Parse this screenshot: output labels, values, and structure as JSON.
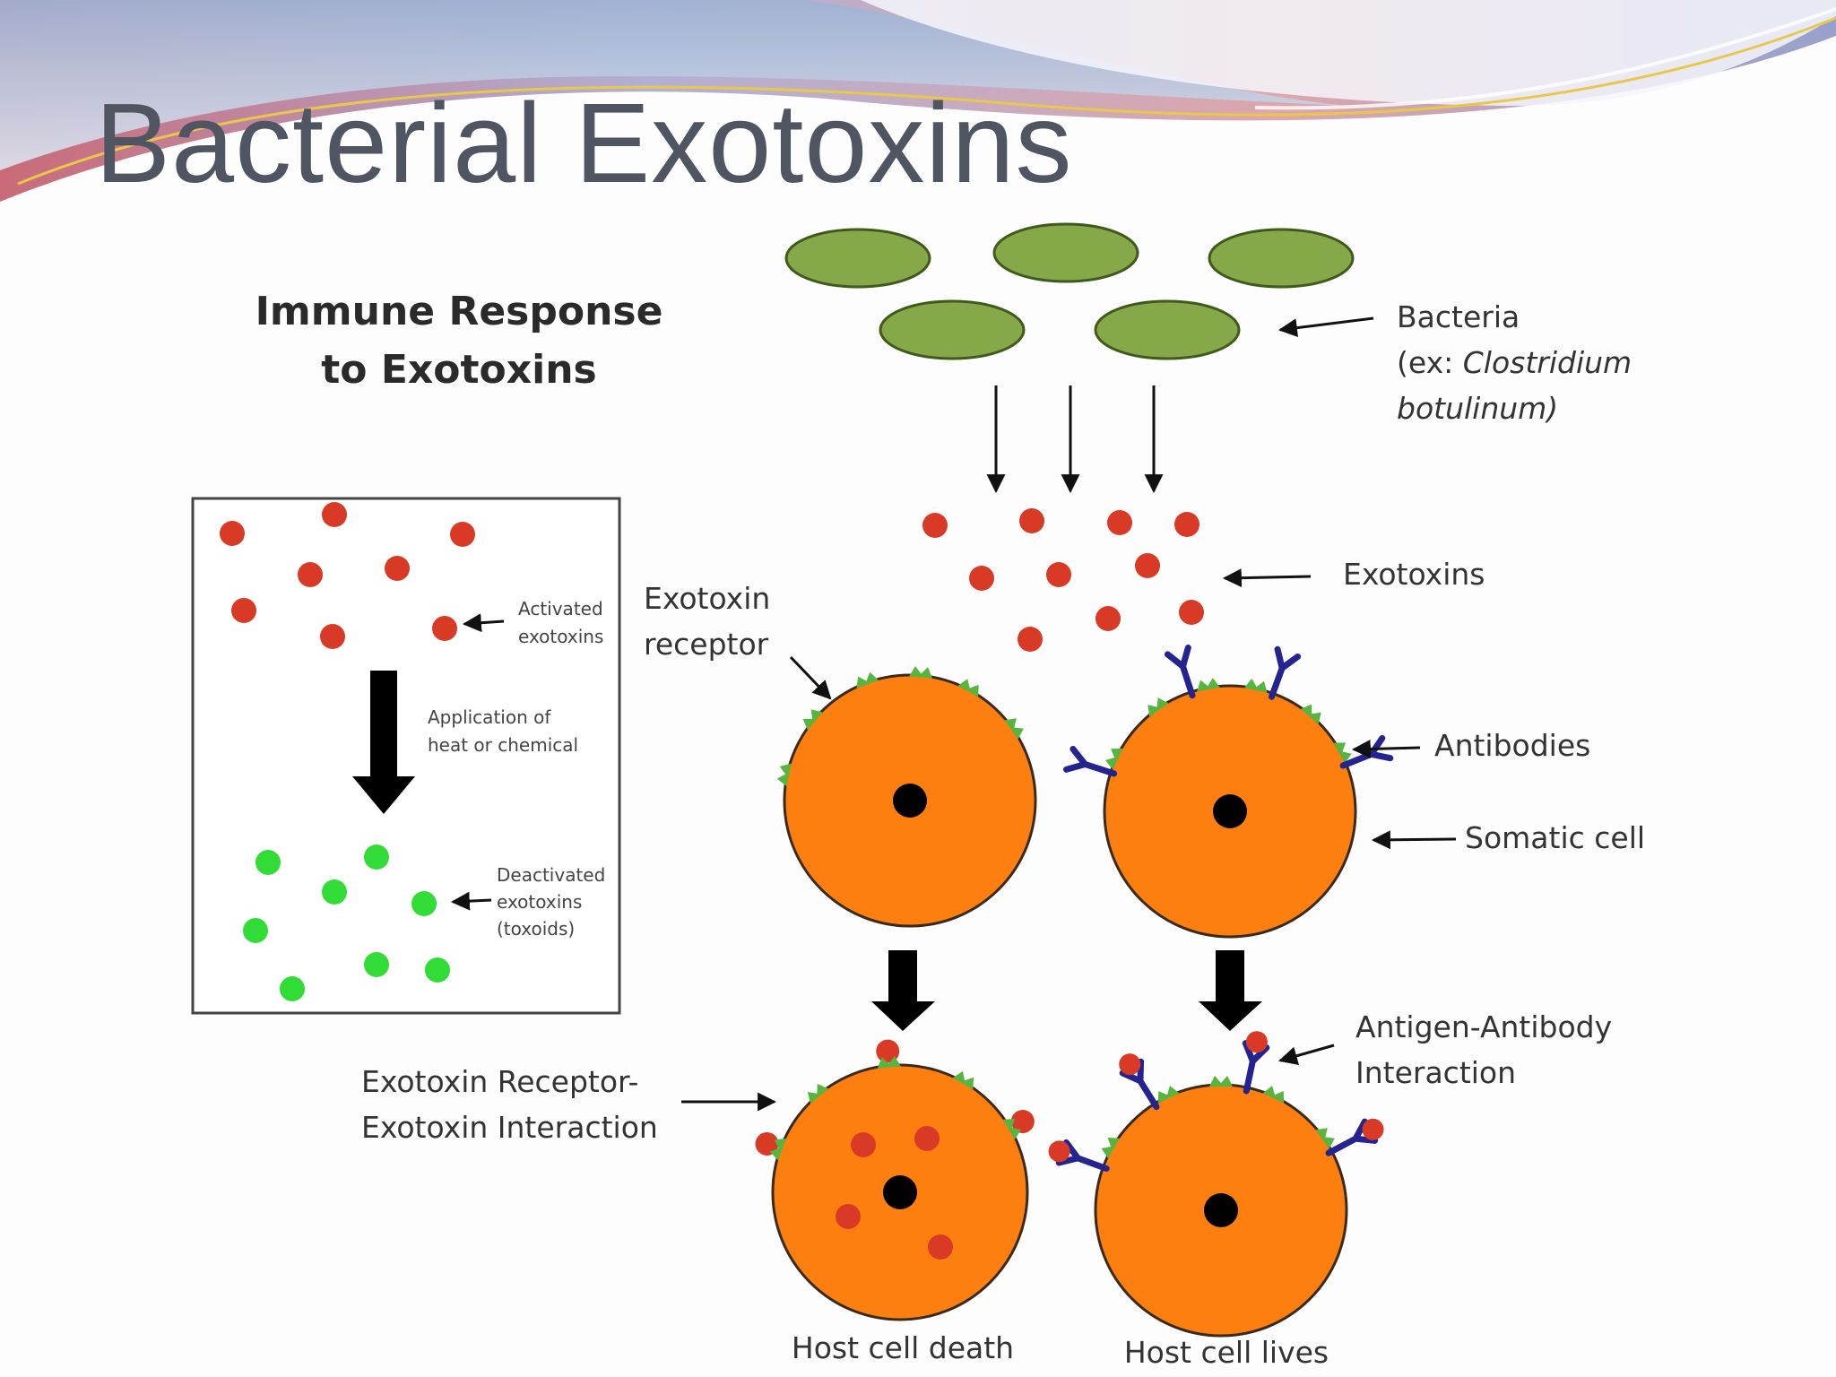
{
  "slide": {
    "title": "Bacterial Exotoxins"
  },
  "diagram": {
    "heading": [
      "Immune Response",
      "to Exotoxins"
    ],
    "inset": {
      "activated": [
        "Activated",
        "exotoxins"
      ],
      "process": [
        "Application of",
        "heat or chemical"
      ],
      "deactivated": [
        "Deactivated",
        "exotoxins",
        "(toxoids)"
      ]
    },
    "bacteria": {
      "line1": "Bacteria",
      "prefix": "(ex: ",
      "genus": "Clostridium",
      "species": "botulinum)"
    },
    "exotoxins": "Exotoxins",
    "receptor": [
      "Exotoxin",
      "receptor"
    ],
    "antibodies": "Antibodies",
    "somatic_cell": "Somatic cell",
    "receptor_interaction": [
      "Exotoxin Receptor-",
      "Exotoxin Interaction"
    ],
    "antigen_antibody": [
      "Antigen-Antibody",
      "Interaction"
    ],
    "outcome_death": "Host cell death",
    "outcome_lives": "Host cell lives"
  },
  "colors": {
    "bacteria": "#86a849",
    "toxin_active": "#d93a26",
    "toxin_inactive": "#31dc36",
    "cell": "#fd7f10",
    "receptor": "#57b43f",
    "antibody": "#24238f",
    "nucleus": "#000000"
  }
}
